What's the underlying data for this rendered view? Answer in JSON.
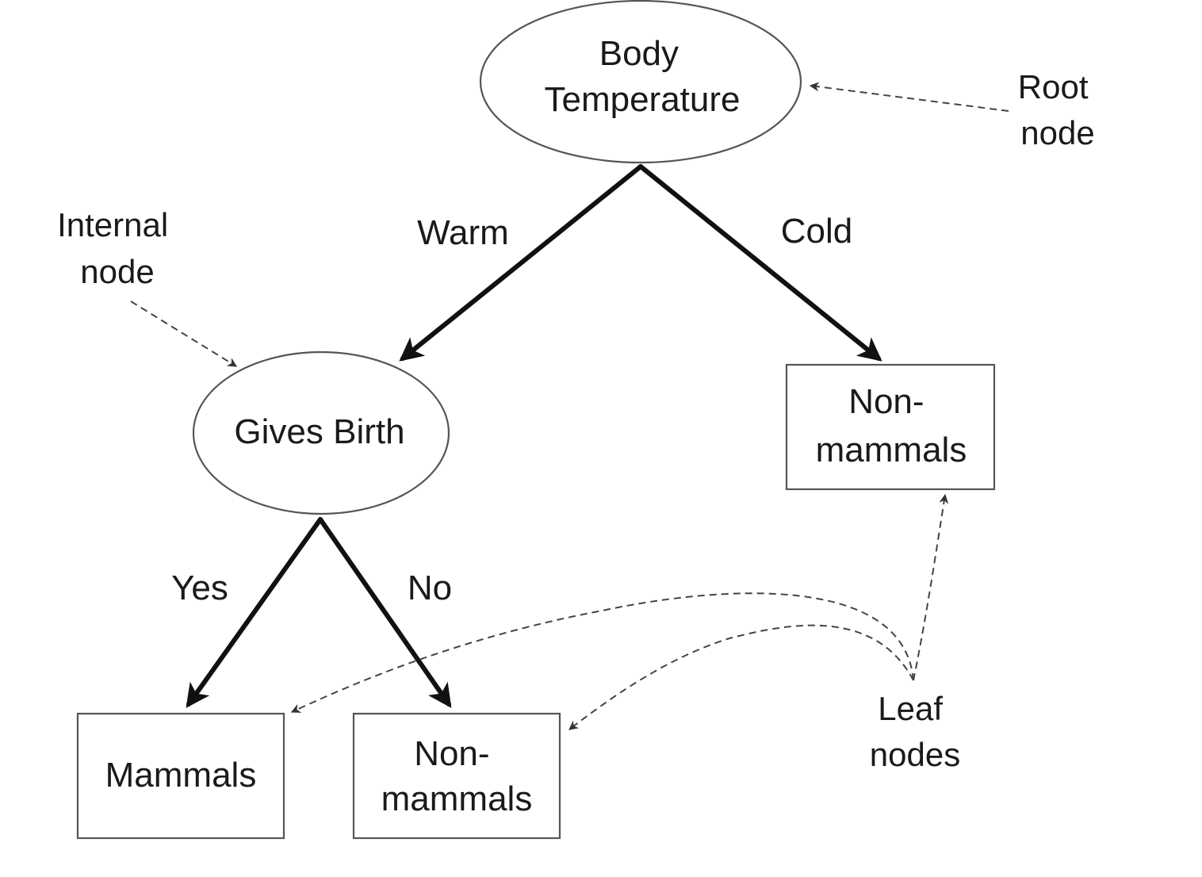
{
  "diagram": {
    "nodes": {
      "root": {
        "lines": [
          "Body",
          "Temperature"
        ]
      },
      "internal": {
        "lines": [
          "Gives Birth"
        ]
      },
      "leaf_cold": {
        "lines": [
          "Non-",
          "mammals"
        ]
      },
      "leaf_yes": {
        "lines": [
          "Mammals"
        ]
      },
      "leaf_no": {
        "lines": [
          "Non-",
          "mammals"
        ]
      }
    },
    "edges": {
      "warm": "Warm",
      "cold": "Cold",
      "yes": "Yes",
      "no": "No"
    },
    "annotations": {
      "root": [
        "Root",
        "node"
      ],
      "internal": [
        "Internal",
        "node"
      ],
      "leaf": [
        "Leaf",
        "nodes"
      ]
    },
    "colors": {
      "edge": "#111111",
      "outline": "#555555",
      "pointer": "#444444"
    }
  }
}
